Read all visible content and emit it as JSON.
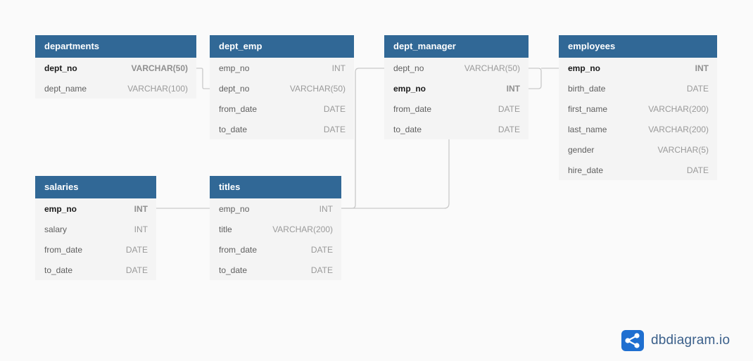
{
  "tables": {
    "departments": {
      "title": "departments",
      "rows": [
        {
          "name": "dept_no",
          "type": "VARCHAR(50)",
          "pk": true
        },
        {
          "name": "dept_name",
          "type": "VARCHAR(100)",
          "pk": false
        }
      ]
    },
    "dept_emp": {
      "title": "dept_emp",
      "rows": [
        {
          "name": "emp_no",
          "type": "INT",
          "pk": false
        },
        {
          "name": "dept_no",
          "type": "VARCHAR(50)",
          "pk": false
        },
        {
          "name": "from_date",
          "type": "DATE",
          "pk": false
        },
        {
          "name": "to_date",
          "type": "DATE",
          "pk": false
        }
      ]
    },
    "dept_manager": {
      "title": "dept_manager",
      "rows": [
        {
          "name": "dept_no",
          "type": "VARCHAR(50)",
          "pk": false
        },
        {
          "name": "emp_no",
          "type": "INT",
          "pk": true
        },
        {
          "name": "from_date",
          "type": "DATE",
          "pk": false
        },
        {
          "name": "to_date",
          "type": "DATE",
          "pk": false
        }
      ]
    },
    "employees": {
      "title": "employees",
      "rows": [
        {
          "name": "emp_no",
          "type": "INT",
          "pk": true
        },
        {
          "name": "birth_date",
          "type": "DATE",
          "pk": false
        },
        {
          "name": "first_name",
          "type": "VARCHAR(200)",
          "pk": false
        },
        {
          "name": "last_name",
          "type": "VARCHAR(200)",
          "pk": false
        },
        {
          "name": "gender",
          "type": "VARCHAR(5)",
          "pk": false
        },
        {
          "name": "hire_date",
          "type": "DATE",
          "pk": false
        }
      ]
    },
    "salaries": {
      "title": "salaries",
      "rows": [
        {
          "name": "emp_no",
          "type": "INT",
          "pk": true
        },
        {
          "name": "salary",
          "type": "INT",
          "pk": false
        },
        {
          "name": "from_date",
          "type": "DATE",
          "pk": false
        },
        {
          "name": "to_date",
          "type": "DATE",
          "pk": false
        }
      ]
    },
    "titles": {
      "title": "titles",
      "rows": [
        {
          "name": "emp_no",
          "type": "INT",
          "pk": false
        },
        {
          "name": "title",
          "type": "VARCHAR(200)",
          "pk": false
        },
        {
          "name": "from_date",
          "type": "DATE",
          "pk": false
        },
        {
          "name": "to_date",
          "type": "DATE",
          "pk": false
        }
      ]
    }
  },
  "brand": {
    "text": "dbdiagram.io",
    "icon": "share-nodes-icon",
    "color": "#1f6fd0"
  },
  "colors": {
    "header": "#316896",
    "connector": "#c9c9c9"
  }
}
